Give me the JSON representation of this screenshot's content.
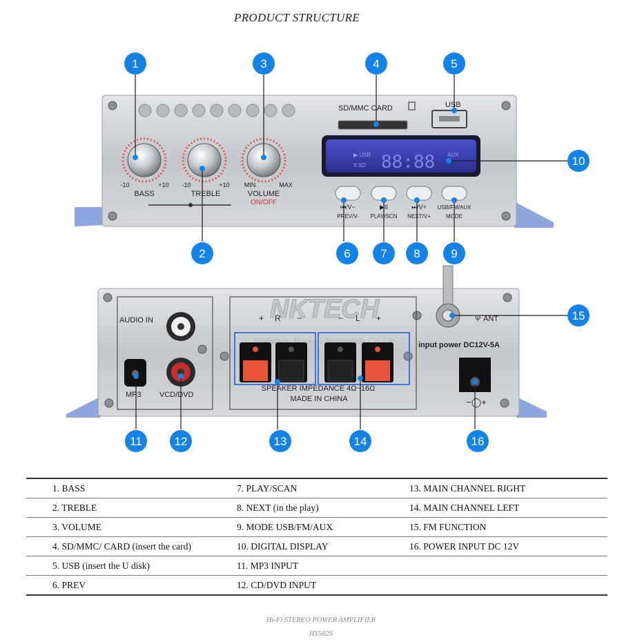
{
  "title": "PRODUCT STRUCTURE",
  "front_panel": {
    "card_label": "SD/MMC CARD",
    "usb_label": "USB",
    "knobs": [
      {
        "name": "BASS",
        "min": "-10",
        "max": "+10"
      },
      {
        "name": "TREBLE",
        "min": "-10",
        "max": "+10"
      },
      {
        "name": "VOLUME",
        "min": "MIN",
        "max": "MAX",
        "sub": "ON/OFF"
      }
    ],
    "display": {
      "left_top": "▶ USB",
      "left_bottom": "II SD",
      "digits": "88:88",
      "right": "AUX"
    },
    "buttons": [
      {
        "top": "⏮/V−",
        "bottom": "PREV/V-"
      },
      {
        "top": "▶II",
        "bottom": "PLAY/SCN"
      },
      {
        "top": "⏭/V+",
        "bottom": "NEXT/V+"
      },
      {
        "top": "USB/FM/AUX",
        "bottom": "MODE"
      }
    ]
  },
  "back_panel": {
    "audio_in": "AUDIO IN",
    "mp3": "MP3",
    "vcd": "VCD/DVD",
    "brand": "NKTECH",
    "company": "Shenzhen Nuokan Technology Co.,Ltd",
    "plus": "+",
    "minus": "−",
    "r": "R",
    "l": "L",
    "impedance": "SPEAKER IMPEDANCE  4Ω~16Ω",
    "made_in": "MADE IN CHINA",
    "ant": "ANT",
    "power_label": "input power  DC12V-5A",
    "polarity": "−◯+"
  },
  "callouts": [
    "1",
    "2",
    "3",
    "4",
    "5",
    "6",
    "7",
    "8",
    "9",
    "10",
    "11",
    "12",
    "13",
    "14",
    "15",
    "16"
  ],
  "legend": [
    [
      "1. BASS",
      "7. PLAY/SCAN",
      "13. MAIN CHANNEL RIGHT"
    ],
    [
      "2. TREBLE",
      "8. NEXT (in the play)",
      "14. MAIN CHANNEL LEFT"
    ],
    [
      "3. VOLUME",
      "9. MODE USB/FM/AUX",
      "15. FM FUNCTION"
    ],
    [
      "4. SD/MMC/ CARD (insert the card)",
      "10. DIGITAL DISPLAY",
      "16. POWER INPUT DC 12V"
    ],
    [
      "5. USB (insert the U disk)",
      "11. MP3 INPUT",
      ""
    ],
    [
      "6. PREV",
      "12. CD/DVD INPUT",
      ""
    ]
  ],
  "footer": {
    "line1": "Hi-Fi STEREO POWER AMPLIFIER",
    "line2": "HY502S"
  },
  "colors": {
    "callout": "#1583e6",
    "panel": "#c9ccd0",
    "bracket": "#8ea6dd",
    "display": "#3b3fa8"
  }
}
